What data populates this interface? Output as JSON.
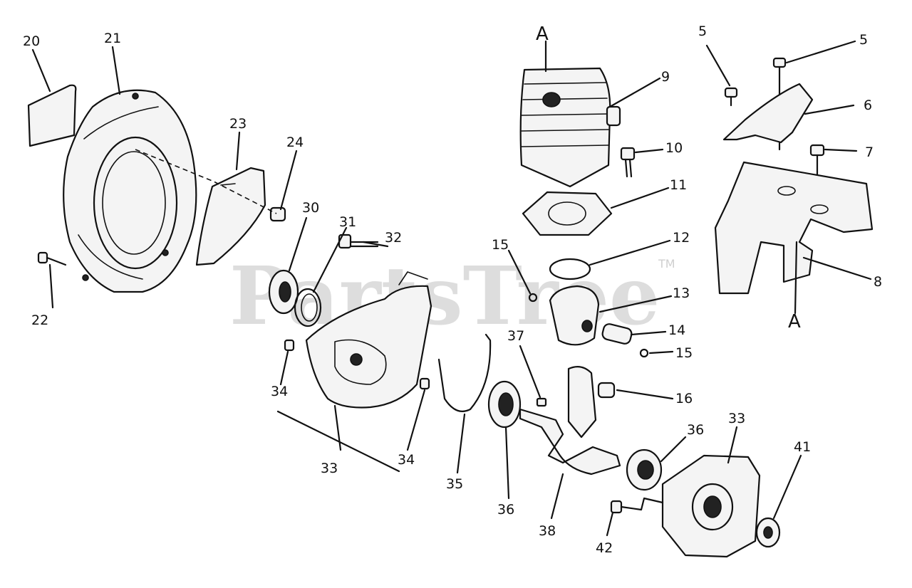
{
  "watermark": {
    "text": "PartsTree",
    "mark": "TM"
  },
  "callouts": {
    "c20": "20",
    "c21": "21",
    "c22": "22",
    "c23": "23",
    "c24": "24",
    "c30": "30",
    "c31": "31",
    "c32": "32",
    "c33a": "33",
    "c34a": "34",
    "c34b": "34",
    "c35": "35",
    "c36a": "36",
    "c36b": "36",
    "c37": "37",
    "c38": "38",
    "c33b": "33",
    "c41": "41",
    "c42": "42",
    "cA1": "A",
    "cA2": "A",
    "c9": "9",
    "c10": "10",
    "c11": "11",
    "c12": "12",
    "c13": "13",
    "c14": "14",
    "c15a": "15",
    "c15b": "15",
    "c16": "16",
    "c5a": "5",
    "c5b": "5",
    "c6": "6",
    "c7": "7",
    "c8": "8"
  }
}
